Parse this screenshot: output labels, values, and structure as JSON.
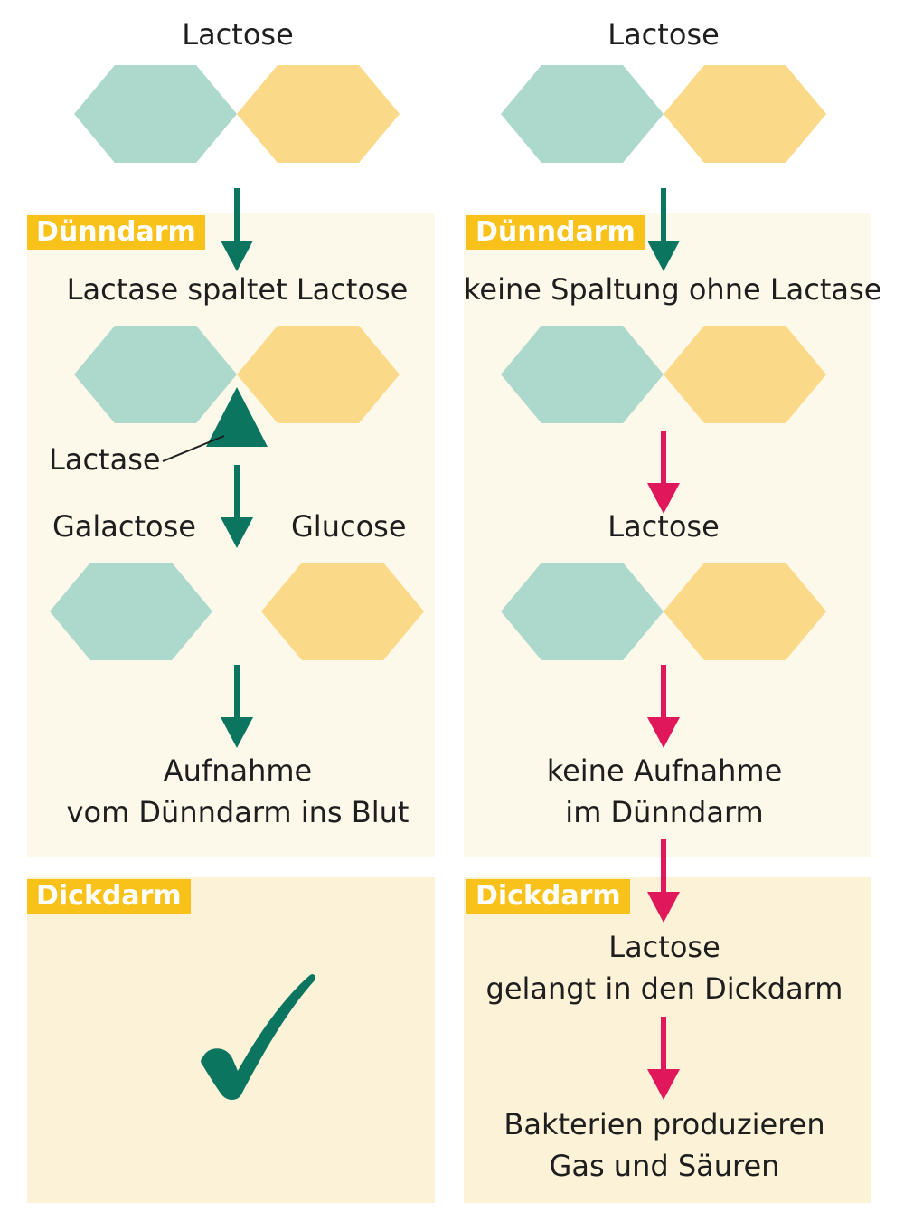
{
  "colors": {
    "teal_hex": "#add8cc",
    "yellow_hex": "#fad988",
    "green_arrow": "#0b7560",
    "red_arrow": "#e0185b",
    "tag_bg": "#f9c21b",
    "panel_small_intestine": "#fcf8ea",
    "panel_large_intestine": "#fcf2d8"
  },
  "left": {
    "top_label": "Lactose",
    "small_intestine": {
      "tag": "Dünndarm",
      "step1": "Lactase spaltet Lactose",
      "enzyme_label": "Lactase",
      "galactose_label": "Galactose",
      "glucose_label": "Glucose",
      "result_line1": "Aufnahme",
      "result_line2": "vom Dünndarm ins Blut"
    },
    "large_intestine": {
      "tag": "Dickdarm",
      "icon": "checkmark-icon"
    }
  },
  "right": {
    "top_label": "Lactose",
    "small_intestine": {
      "tag": "Dünndarm",
      "step1": "keine Spaltung ohne Lactase",
      "mid_label": "Lactose",
      "result_line1": "keine Aufnahme",
      "result_line2": "im Dünndarm"
    },
    "large_intestine": {
      "tag": "Dickdarm",
      "step1_line1": "Lactose",
      "step1_line2": "gelangt in den Dickdarm",
      "step2_line1": "Bakterien produzieren",
      "step2_line2": "Gas und Säuren"
    }
  }
}
